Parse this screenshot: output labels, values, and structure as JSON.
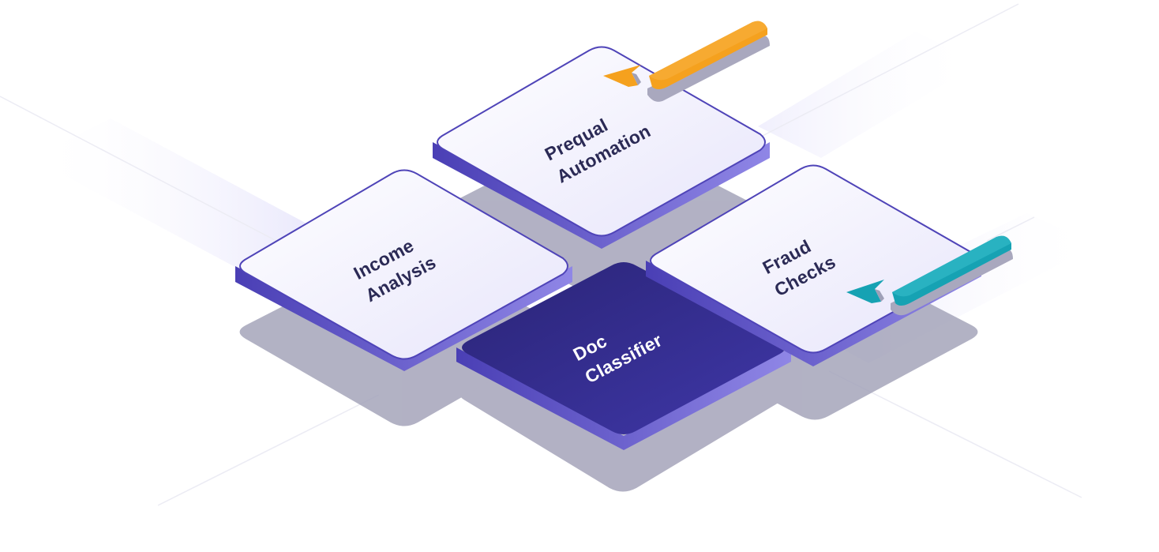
{
  "diagram": {
    "tiles": {
      "doc_classifier": {
        "line1": "Doc",
        "line2": "Classifier"
      },
      "prequal_automation": {
        "line1": "Prequal",
        "line2": "Automation"
      },
      "income_analysis": {
        "line1": "Income",
        "line2": "Analysis"
      },
      "fraud_checks": {
        "line1": "Fraud",
        "line2": "Checks"
      }
    },
    "colors": {
      "tile_face": "#f3f2fd",
      "tile_border": "#4f44b8",
      "tile_side": "#5b4fcf",
      "center_tile": "#2c2680",
      "shadow": "#a9a8be",
      "orange_tag": "#f5a11e",
      "teal_tag": "#16a2b3"
    }
  }
}
